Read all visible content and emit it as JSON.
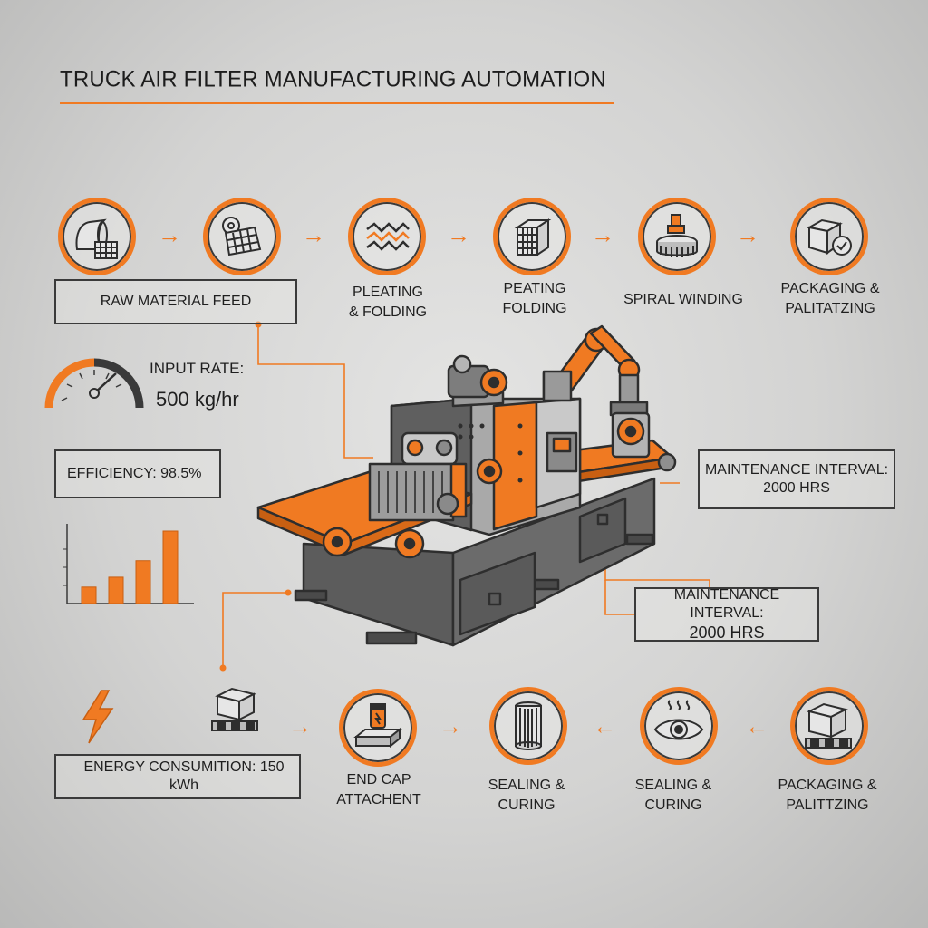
{
  "title": "TRUCK AIR FILTER MANUFACTURING AUTOMATION",
  "top_flow": [
    {
      "icon": "filter-media-roll-icon",
      "label": ""
    },
    {
      "icon": "paper-roll-mesh-icon",
      "label": "PLEATING\n& FOLDING"
    },
    {
      "icon": "zigzag-pleat-icon",
      "label": "PEATING\nFOLDING"
    },
    {
      "icon": "mesh-cube-icon",
      "label": "SPIRAL WINDING"
    },
    {
      "icon": "spiral-spool-icon",
      "label": "PACKAGING &\nPALITATZING"
    },
    {
      "icon": "package-check-icon",
      "label": ""
    }
  ],
  "raw_material_label": "RAW MATERIAL FEED",
  "input_rate": {
    "label": "INPUT RATE:",
    "value": "500 kg/hr"
  },
  "efficiency": "EFFICIENCY:   98.5%",
  "mini_chart": {
    "values": [
      1,
      1.6,
      2.6,
      4.4
    ]
  },
  "maintenance_1": {
    "line1": "MAINTENANCE INTERVAL:",
    "line2": "2000 HRS"
  },
  "maintenance_2": {
    "line1": "MAINTENANCE INTERVAL:",
    "line2": "2000 HRS"
  },
  "energy": "ENERGY CONSUMITION: 150 kWh",
  "bottom_flow": [
    {
      "icon": "pallet-box-icon",
      "label": ""
    },
    {
      "icon": "end-cap-icon",
      "label": "END CAP\nATTACHENT"
    },
    {
      "icon": "filter-cartridge-icon",
      "label": "SEALING & CURING"
    },
    {
      "icon": "eye-inspection-icon",
      "label": "SEALING & CURING"
    },
    {
      "icon": "pallet-box-icon",
      "label": "PACKAGING & PALITTZING"
    }
  ],
  "colors": {
    "accent": "#f07a22",
    "machine_dark": "#595959",
    "machine_light": "#b5b5b5",
    "outline": "#2e2e2e"
  }
}
